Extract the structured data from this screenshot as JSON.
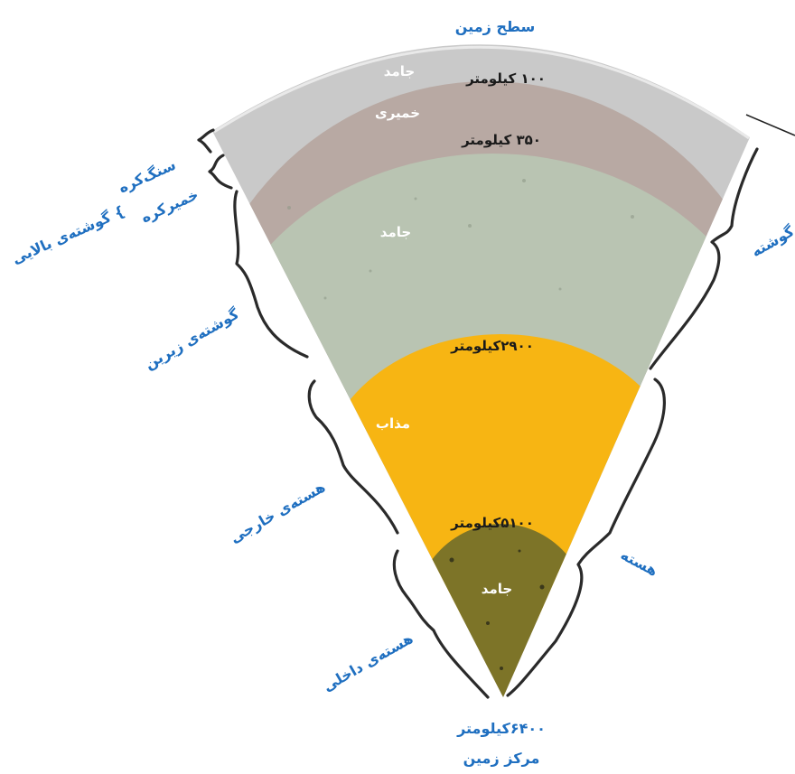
{
  "top_title": "سطح زمین",
  "bottom_title": "مرکز زمین",
  "layers": {
    "crust_state": "جامد",
    "plastic_state": "خمیری",
    "lower_mantle_state": "جامد",
    "outer_core_state": "مذاب",
    "inner_core_state": "جامد"
  },
  "depths": {
    "d100": "۱۰۰ کیلومتر",
    "d350": "۳۵۰ کیلومتر",
    "d2900": "۲۹۰۰کیلومتر",
    "d5100": "۵۱۰۰کیلومتر",
    "d6400": "۶۴۰۰کیلومتر"
  },
  "left_labels": {
    "lithosphere": "سنگ‌کره",
    "asthenosphere": "خمیرکره",
    "upper_mantle": "} گوشته‌ی بالایی",
    "lower_mantle": "گوشته‌ی زیرین",
    "outer_core": "هسته‌ی خارجی",
    "inner_core": "هسته‌ی داخلی"
  },
  "right_labels": {
    "mantle": "گوشته",
    "core": "هسته"
  },
  "colors": {
    "crust": "#c9c9c9",
    "plastic": "#b8a9a3",
    "lower_mantle": "#b9c4b2",
    "outer_core": "#f7b513",
    "inner_core": "#7d7428",
    "label_blue": "#1f6fc0"
  }
}
